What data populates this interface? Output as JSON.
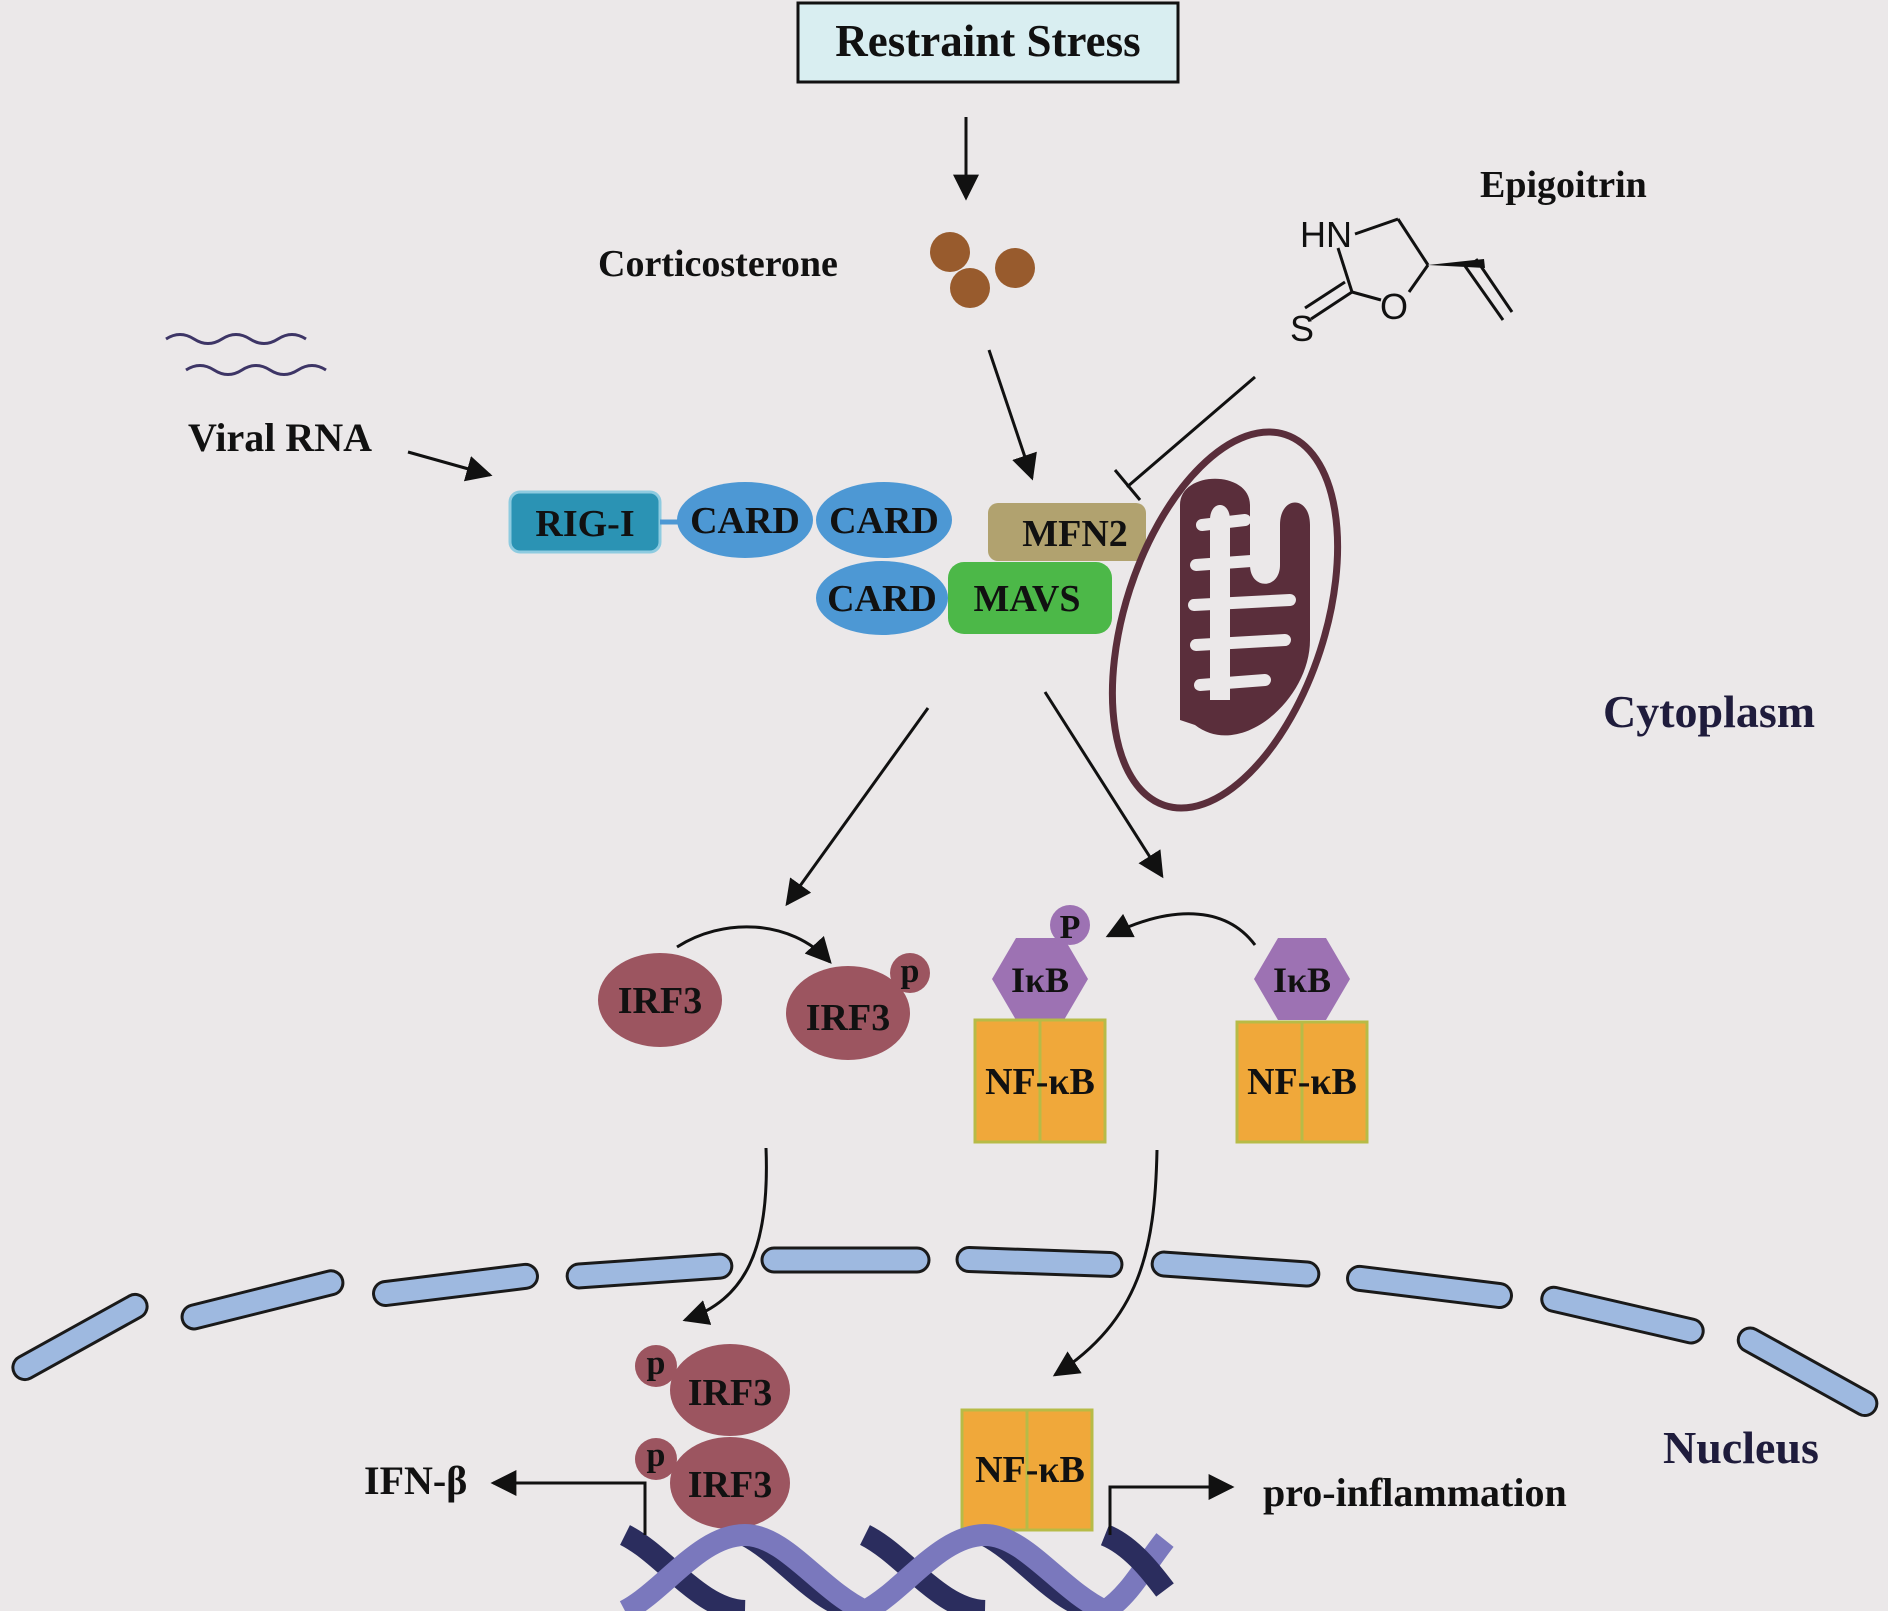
{
  "title": "Restraint Stress",
  "labels": {
    "corticosterone": "Corticosterone",
    "epigoitrin": "Epigoitrin",
    "viral_rna": "Viral RNA",
    "cytoplasm": "Cytoplasm",
    "nucleus": "Nucleus",
    "ifn_beta": "IFN-β",
    "pro_inflammation": "pro-inflammation"
  },
  "molecule": {
    "hn": "HN",
    "s": "S",
    "o": "O"
  },
  "proteins": {
    "rig_i": "RIG-I",
    "card": "CARD",
    "mfn2": "MFN2",
    "mavs": "MAVS",
    "irf3": "IRF3",
    "ikb": "IκB",
    "nfkb": "NF-κB",
    "p_lower": "p",
    "p_upper": "P"
  },
  "colors": {
    "background": "#ebe8e9",
    "rig_i": "#2b93b4",
    "card": "#4d98d4",
    "mfn2": "#b1a26f",
    "mavs": "#4cb848",
    "mitochondrion": "#5a2e3b",
    "irf3": "#9c5560",
    "ikb": "#9d72b3",
    "nfkb": "#f0a83a",
    "corticosterone": "#985b2d",
    "membrane": "#9eb9e0",
    "dna_dark": "#2b2d5e",
    "dna_light": "#7a78bd",
    "title_box": "#d9eef1"
  }
}
